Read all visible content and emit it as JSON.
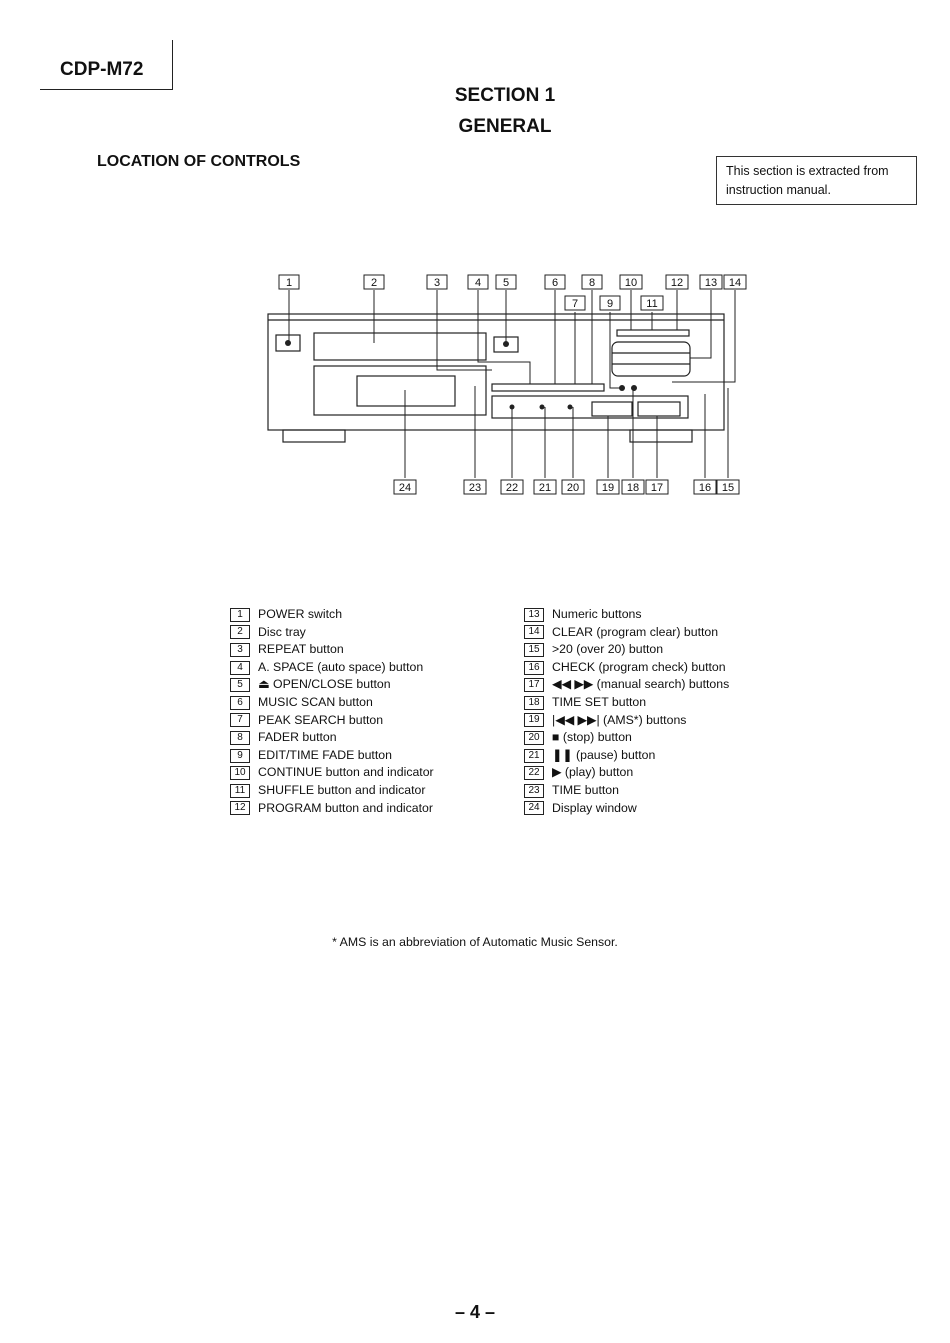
{
  "header": {
    "model": "CDP-M72"
  },
  "title": {
    "section": "SECTION 1",
    "subject": "GENERAL"
  },
  "subheading": "LOCATION OF CONTROLS",
  "note": "This section is extracted from instruction manual.",
  "figure": {
    "callouts_top": [
      "1",
      "2",
      "3",
      "4",
      "5",
      "6",
      "7",
      "8",
      "9",
      "10",
      "11",
      "12",
      "13",
      "14"
    ],
    "callouts_bottom": [
      "24",
      "23",
      "22",
      "21",
      "20",
      "19",
      "18",
      "17",
      "16",
      "15"
    ]
  },
  "legend_left": [
    {
      "num": "1",
      "label": "POWER switch"
    },
    {
      "num": "2",
      "label": "Disc tray"
    },
    {
      "num": "3",
      "label": "REPEAT button"
    },
    {
      "num": "4",
      "label": "A. SPACE (auto space) button"
    },
    {
      "num": "5",
      "label": "⏏ OPEN/CLOSE button"
    },
    {
      "num": "6",
      "label": "MUSIC SCAN button"
    },
    {
      "num": "7",
      "label": "PEAK SEARCH button"
    },
    {
      "num": "8",
      "label": "FADER button"
    },
    {
      "num": "9",
      "label": "EDIT/TIME FADE button"
    },
    {
      "num": "10",
      "label": "CONTINUE button and indicator"
    },
    {
      "num": "11",
      "label": "SHUFFLE button and indicator"
    },
    {
      "num": "12",
      "label": "PROGRAM button and indicator"
    }
  ],
  "legend_right": [
    {
      "num": "13",
      "label": "Numeric buttons"
    },
    {
      "num": "14",
      "label": "CLEAR (program clear) button"
    },
    {
      "num": "15",
      "label": ">20 (over 20) button"
    },
    {
      "num": "16",
      "label": "CHECK (program check) button"
    },
    {
      "num": "17",
      "label": "◀◀ ▶▶ (manual search) buttons"
    },
    {
      "num": "18",
      "label": "TIME SET button"
    },
    {
      "num": "19",
      "label": "|◀◀ ▶▶| (AMS*) buttons"
    },
    {
      "num": "20",
      "label": "■ (stop) button"
    },
    {
      "num": "21",
      "label": "❚❚ (pause) button"
    },
    {
      "num": "22",
      "label": "▶ (play) button"
    },
    {
      "num": "23",
      "label": "TIME button"
    },
    {
      "num": "24",
      "label": "Display window"
    }
  ],
  "footnote": "* AMS is an abbreviation of Automatic Music Sensor.",
  "page_number": "– 4 –"
}
